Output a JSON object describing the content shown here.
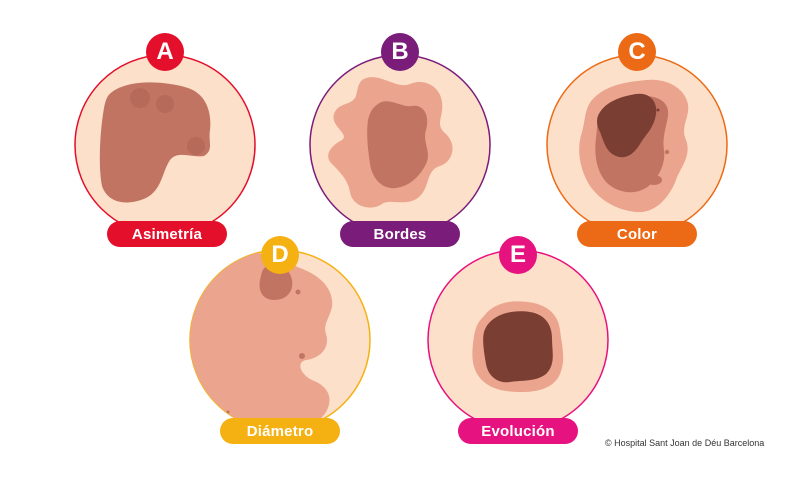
{
  "items": [
    {
      "letter": "A",
      "label": "Asimetría",
      "color": "#e30f2b"
    },
    {
      "letter": "B",
      "label": "Bordes",
      "color": "#7a1c7a"
    },
    {
      "letter": "C",
      "label": "Color",
      "color": "#ec6a15"
    },
    {
      "letter": "D",
      "label": "Diámetro",
      "color": "#f5b111"
    },
    {
      "letter": "E",
      "label": "Evolución",
      "color": "#e6127f"
    }
  ],
  "colors": {
    "skin": "#fde0c9",
    "mole_light": "#eba48e",
    "mole_mid": "#c27462",
    "mole_dark": "#7a3e33"
  },
  "credit": "© Hospital Sant Joan de Déu Barcelona"
}
